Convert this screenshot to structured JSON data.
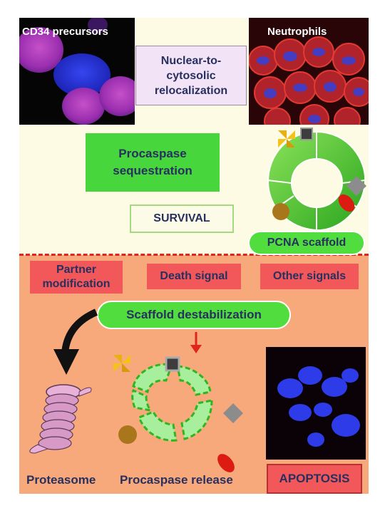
{
  "top": {
    "cd34_label": "CD34 precursors",
    "neutrophils_label": "Neutrophils",
    "relocalization": "Nuclear-to-cytosolic relocalization",
    "sequestration": "Procaspase sequestration",
    "survival": "SURVIVAL",
    "pcna_scaffold": "PCNA scaffold"
  },
  "bottom": {
    "partner_modification": "Partner modification",
    "death_signal": "Death signal",
    "other_signals": "Other signals",
    "scaffold_destabilization": "Scaffold destabilization",
    "proteasome": "Proteasome",
    "procaspase_release": "Procaspase release",
    "apoptosis": "APOPTOSIS"
  },
  "colors": {
    "top_panel": "#fdfbe3",
    "bottom_panel": "#f7a97b",
    "green": "#47d63c",
    "red_box": "#f2585a",
    "text": "#27305e",
    "divider": "#e0251f"
  }
}
